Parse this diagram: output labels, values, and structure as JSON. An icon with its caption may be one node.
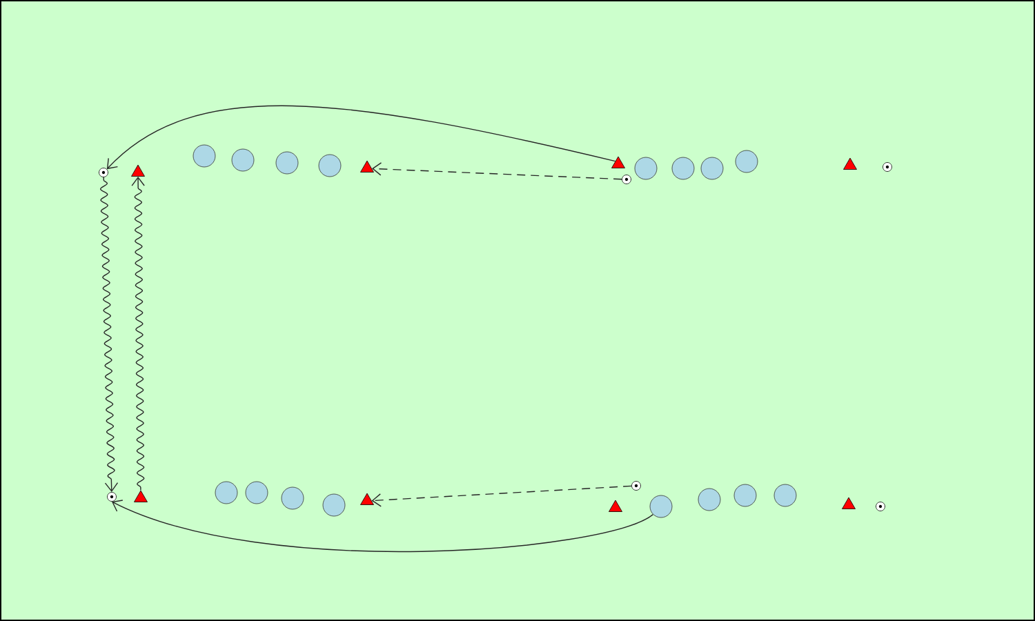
{
  "diagram": {
    "nodes": [
      {
        "text": [],
        "shape": "ball"
      },
      {
        "text": [],
        "shape": "triangle"
      },
      {
        "text": [],
        "shape": "circle"
      },
      {
        "text": [],
        "shape": "circle"
      },
      {
        "text": [],
        "shape": "circle"
      },
      {
        "text": [],
        "shape": "circle"
      },
      {
        "text": [],
        "shape": "triangle"
      },
      {
        "text": [],
        "shape": "triangle"
      },
      {
        "text": [],
        "shape": "ball"
      },
      {
        "text": [],
        "shape": "circle"
      },
      {
        "text": [],
        "shape": "circle"
      },
      {
        "text": [],
        "shape": "circle"
      },
      {
        "text": [],
        "shape": "circle"
      },
      {
        "text": [],
        "shape": "triangle"
      },
      {
        "text": [],
        "shape": "ball"
      },
      {
        "text": [],
        "shape": "ball"
      },
      {
        "text": [],
        "shape": "triangle"
      },
      {
        "text": [],
        "shape": "circle"
      },
      {
        "text": [],
        "shape": "circle"
      },
      {
        "text": [],
        "shape": "circle"
      },
      {
        "text": [],
        "shape": "circle"
      },
      {
        "text": [],
        "shape": "triangle"
      },
      {
        "text": [],
        "shape": "triangle"
      },
      {
        "text": [],
        "shape": "ball"
      },
      {
        "text": [],
        "shape": "circle"
      },
      {
        "text": [],
        "shape": "circle"
      },
      {
        "text": [],
        "shape": "circle"
      },
      {
        "text": [],
        "shape": "circle"
      },
      {
        "text": [],
        "shape": "triangle"
      },
      {
        "text": [],
        "shape": "ball"
      }
    ],
    "edges": [
      {
        "from": 7,
        "to": 0,
        "arrow": "to"
      },
      {
        "from": 8,
        "to": 6,
        "arrow": "to",
        "style": "dashed"
      },
      {
        "from": 0,
        "to": 15,
        "arrow": "to"
      },
      {
        "from": 16,
        "to": 1,
        "arrow": "to"
      },
      {
        "from": 23,
        "to": 21,
        "arrow": "to",
        "style": "dashed"
      },
      {
        "from": 24,
        "to": 15,
        "arrow": "to"
      }
    ]
  }
}
